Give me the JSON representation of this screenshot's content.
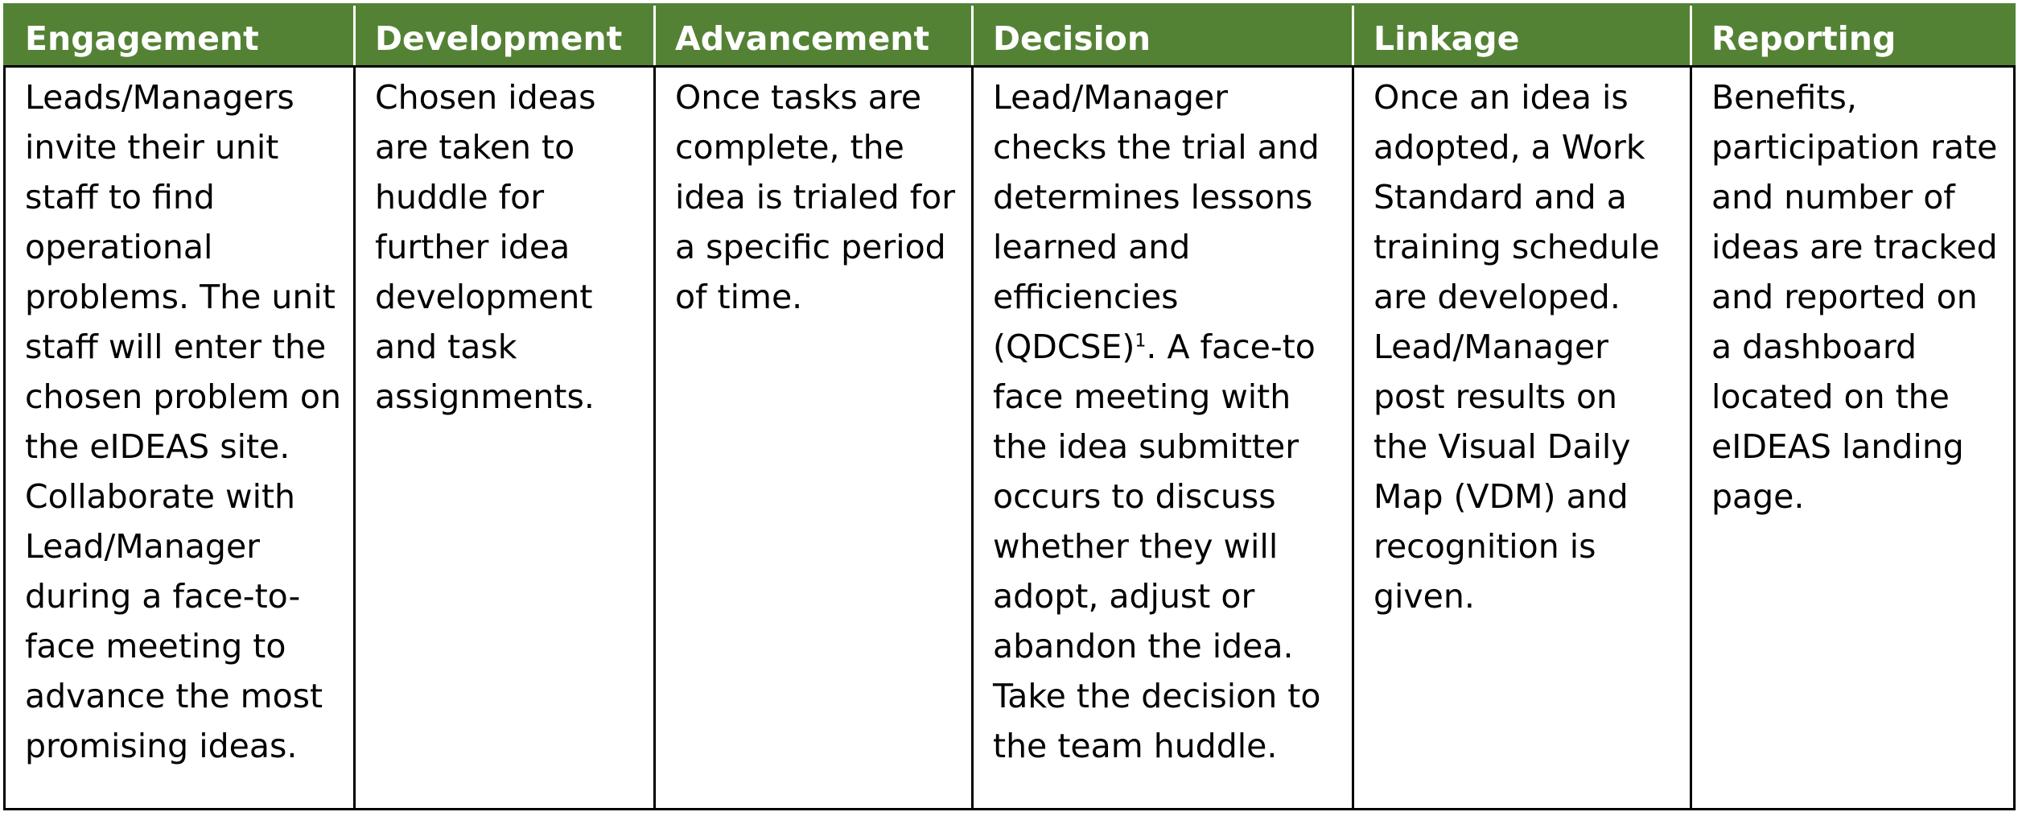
{
  "table": {
    "columns": [
      {
        "key": "engagement",
        "header": "Engagement"
      },
      {
        "key": "development",
        "header": "Development"
      },
      {
        "key": "advancement",
        "header": "Advancement"
      },
      {
        "key": "decision",
        "header": "Decision"
      },
      {
        "key": "linkage",
        "header": "Linkage"
      },
      {
        "key": "reporting",
        "header": "Reporting"
      }
    ],
    "row": {
      "engagement": "Leads/Managers invite their unit staff to find operational problems. The unit staff will enter the chosen problem on the eIDEAS site. Collaborate with Lead/Manager during a face-to-face meeting to advance the most promising ideas.",
      "development": "Chosen ideas are taken to huddle for further idea development and task assignments.",
      "advancement": "Once tasks are complete, the idea is trialed for a specific period of time.",
      "decision": {
        "before_footnote": "Lead/Manager checks the trial and determines lessons learned and efficiencies (QDCSE)",
        "footnote_mark": "1",
        "after_footnote": ". A face-to face meeting with the idea submitter occurs to discuss whether they will adopt, adjust or abandon the idea. Take the decision to the team huddle."
      },
      "linkage": "Once an idea is adopted, a Work Standard and a training schedule are developed. Lead/Manager post results on the Visual Daily Map (VDM) and recognition is given.",
      "reporting": "Benefits, participation rate and number of ideas are tracked and reported on a dashboard located on the eIDEAS landing page."
    }
  },
  "colors": {
    "header_background": "#548235",
    "header_text": "#ffffff",
    "border": "#000000"
  }
}
